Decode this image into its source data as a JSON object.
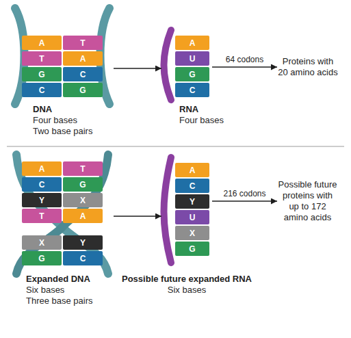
{
  "diagram": {
    "nodes": [
      {
        "text": [
          "DNA",
          "Four bases Two base pairs"
        ]
      },
      {
        "text": [
          "A"
        ],
        "in": 0
      },
      {
        "text": [
          "T"
        ],
        "in": 0
      },
      {
        "text": [
          "T"
        ],
        "in": 0
      },
      {
        "text": [
          "A"
        ],
        "in": 0
      },
      {
        "text": [
          "G"
        ],
        "in": 0
      },
      {
        "text": [
          "C"
        ],
        "in": 0
      },
      {
        "text": [
          "C"
        ],
        "in": 0
      },
      {
        "text": [
          "G"
        ],
        "in": 0
      },
      {
        "text": [
          "RNA",
          "Four bases"
        ]
      },
      {
        "text": [
          "A"
        ],
        "in": 9
      },
      {
        "text": [
          "U"
        ],
        "in": 9
      },
      {
        "text": [
          "G"
        ],
        "in": 9
      },
      {
        "text": [
          "C"
        ],
        "in": 9
      },
      {
        "text": [
          "Proteins with 20 amino acids"
        ]
      },
      {
        "text": [
          "Expanded DNA",
          "Six bases Three base pairs"
        ]
      },
      {
        "text": [
          "A"
        ],
        "in": 15
      },
      {
        "text": [
          "T"
        ],
        "in": 15
      },
      {
        "text": [
          "C"
        ],
        "in": 15
      },
      {
        "text": [
          "G"
        ],
        "in": 15
      },
      {
        "text": [
          "Y"
        ],
        "in": 15
      },
      {
        "text": [
          "X"
        ],
        "in": 15
      },
      {
        "text": [
          "T"
        ],
        "in": 15
      },
      {
        "text": [
          "A"
        ],
        "in": 15
      },
      {
        "text": [
          "X"
        ],
        "in": 15
      },
      {
        "text": [
          "Y"
        ],
        "in": 15
      },
      {
        "text": [
          "G"
        ],
        "in": 15
      },
      {
        "text": [
          "C"
        ],
        "in": 15
      },
      {
        "text": [
          "Possible future expanded RNA",
          "Six bases"
        ]
      },
      {
        "text": [
          "A"
        ],
        "in": 28
      },
      {
        "text": [
          "C"
        ],
        "in": 28
      },
      {
        "text": [
          "Y"
        ],
        "in": 28
      },
      {
        "text": [
          "U"
        ],
        "in": 28
      },
      {
        "text": [
          "X"
        ],
        "in": 28
      },
      {
        "text": [
          "G"
        ],
        "in": 28
      },
      {
        "text": [
          "Possible future proteins with up to 172 amino acids"
        ]
      }
    ],
    "edges": [
      {
        "from": 0,
        "to": 9,
        "arrow": "to"
      },
      {
        "from": 9,
        "to": 14,
        "label": "64 codons",
        "arrow": "to"
      },
      {
        "from": 15,
        "to": 28,
        "arrow": "to"
      },
      {
        "from": 28,
        "to": 35,
        "label": "216 codons",
        "arrow": "to"
      }
    ]
  }
}
